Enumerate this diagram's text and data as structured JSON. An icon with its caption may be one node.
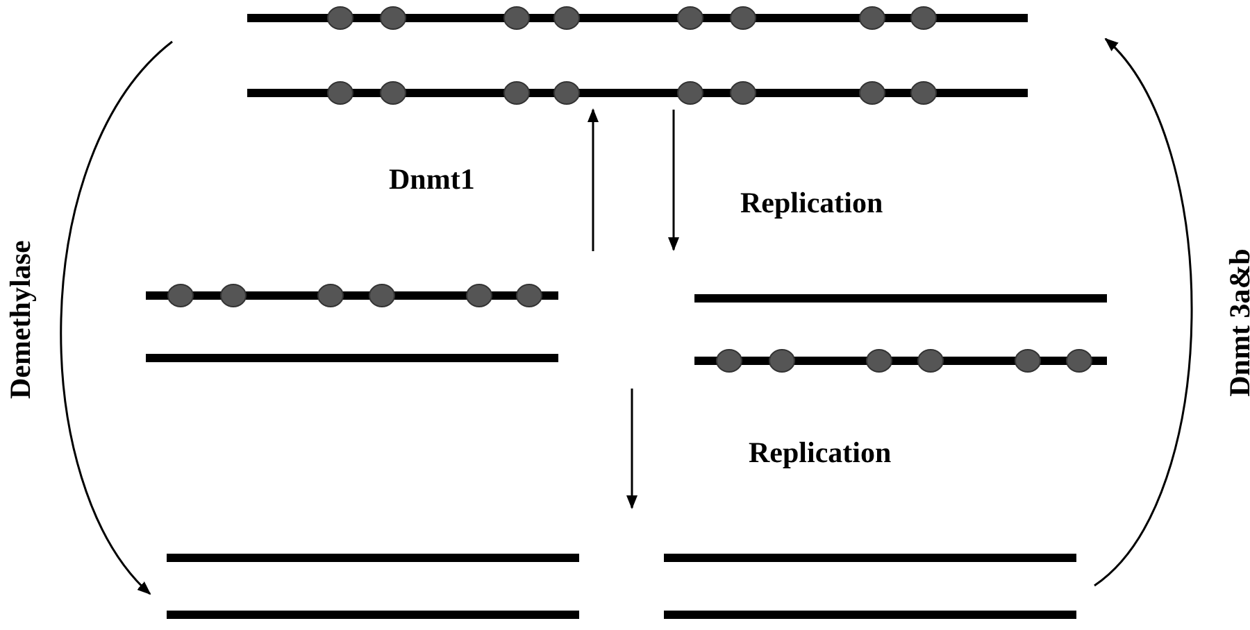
{
  "diagram": {
    "nodes": [
      {
        "text": [],
        "shape": "bar"
      },
      {
        "text": [],
        "shape": "bar"
      },
      {
        "text": [],
        "shape": "bar"
      },
      {
        "text": [],
        "shape": "bar"
      },
      {
        "text": [],
        "shape": "bar"
      }
    ],
    "edges": [
      {
        "from": 1,
        "to": 0,
        "arrow": "to",
        "label": "Dnmt1"
      },
      {
        "from": 0,
        "to": 2,
        "arrow": "to",
        "label": "Replication"
      },
      {
        "from": 2,
        "to": 4,
        "arrow": "to",
        "label": "Replication"
      },
      {
        "from": 0,
        "to": 3,
        "arrow": "to",
        "label": "Demethylase"
      },
      {
        "from": 4,
        "to": 0,
        "arrow": "to",
        "label": "Dnmt 3a&b"
      }
    ]
  }
}
